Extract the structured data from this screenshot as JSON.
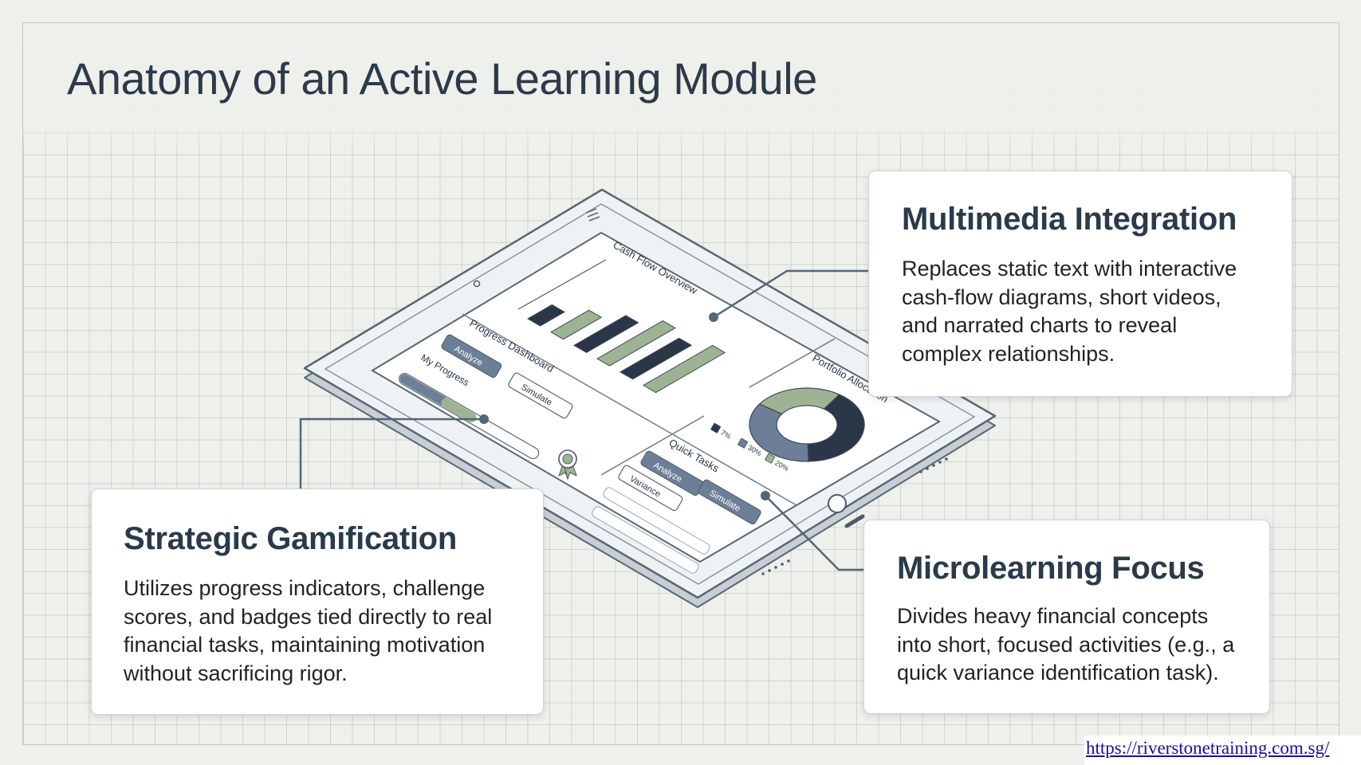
{
  "title": "Anatomy of an Active Learning Module",
  "cards": {
    "multimedia": {
      "heading": "Multimedia Integration",
      "lines": [
        "Replaces static text with interactive",
        "cash-flow diagrams, short videos,",
        "and narrated charts to reveal",
        "complex relationships."
      ]
    },
    "gamification": {
      "heading": "Strategic Gamification",
      "lines": [
        "Utilizes progress indicators, challenge",
        "scores, and badges tied directly to real",
        "financial tasks, maintaining motivation",
        "without sacrificing rigor."
      ]
    },
    "microlearning": {
      "heading": "Microlearning Focus",
      "lines": [
        "Divides heavy financial concepts",
        "into short, focused activities (e.g., a",
        "quick variance identification task)."
      ]
    }
  },
  "tablet": {
    "cash_flow": {
      "title": "Cash Flow Overview",
      "bars": [
        {
          "value": 0.35,
          "tone": "dark"
        },
        {
          "value": 0.55,
          "tone": "sage"
        },
        {
          "value": 0.75,
          "tone": "dark"
        },
        {
          "value": 0.95,
          "tone": "sage"
        },
        {
          "value": 0.85,
          "tone": "dark"
        },
        {
          "value": 1.0,
          "tone": "sage"
        }
      ]
    },
    "progress_dashboard": {
      "title": "Progress Dashboard",
      "analyze_button": "Analyze",
      "simulate_button": "Simulate",
      "my_progress_label": "My Progress",
      "progress": 0.55
    },
    "portfolio": {
      "title": "Portfolio Allocation",
      "slices": [
        {
          "value": 40,
          "tone": "dark"
        },
        {
          "value": 35,
          "tone": "slate"
        },
        {
          "value": 25,
          "tone": "sage"
        }
      ],
      "legend": [
        "7%",
        "30%",
        "20%"
      ]
    },
    "quick_tasks": {
      "title": "Quick Tasks",
      "analyze_button": "Analyze",
      "variance_button": "Variance",
      "simulate_button": "Simulate"
    }
  },
  "colors": {
    "dark": "#2b3648",
    "sage": "#9db393",
    "slate": "#6c7f97",
    "frame": "#5a6672"
  },
  "footer": {
    "link": "https://riverstonetraining.com.sg/"
  }
}
